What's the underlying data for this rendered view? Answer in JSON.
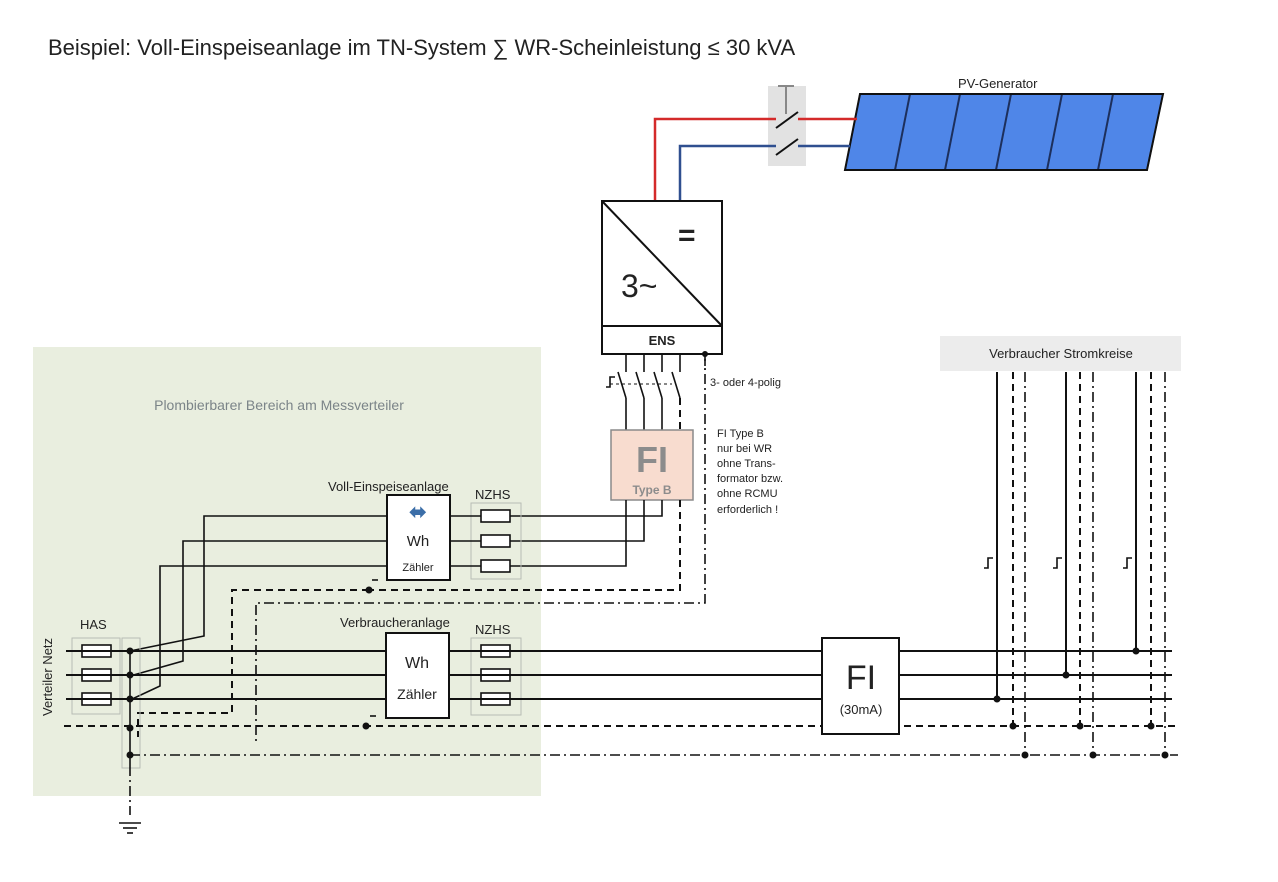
{
  "title": "Beispiel: Voll-Einspeiseanlage im TN-System ∑ WR-Scheinleistung ≤ 30 kVA",
  "pv_generator": {
    "label": "PV-Generator",
    "panel_count": 6,
    "panel_color": "#4f86e8"
  },
  "inverter": {
    "ac_label": "3~",
    "dc_label": "=",
    "ens_label": "ENS"
  },
  "switch_note": "3- oder 4-polig",
  "fi_type_b": {
    "label": "FI",
    "sublabel": "Type B",
    "fill": "#f8dccf",
    "note": [
      "FI Type B",
      "nur bei WR",
      "ohne Trans-",
      "formator bzw.",
      "ohne RCMU",
      "erforderlich !"
    ]
  },
  "sealed_area": {
    "label": "Plombierbarer Bereich am Messverteiler",
    "fill": "#e9eedf"
  },
  "feed_meter": {
    "title": "Voll-Einspeiseanlage",
    "unit": "Wh",
    "sub": "Zähler",
    "arrow": "⬌"
  },
  "consumer_meter": {
    "title": "Verbraucheranlage",
    "unit": "Wh",
    "sub": "Zähler"
  },
  "nzhs_label": "NZHS",
  "has_label": "HAS",
  "grid_label": "Verteiler Netz",
  "fi_main": {
    "label": "FI",
    "sublabel": "(30mA)"
  },
  "consumers_label": "Verbraucher Stromkreise",
  "colors": {
    "dc_plus": "#d42a2a",
    "dc_minus": "#2f4f8f",
    "arrow": "#3b6ea8"
  }
}
